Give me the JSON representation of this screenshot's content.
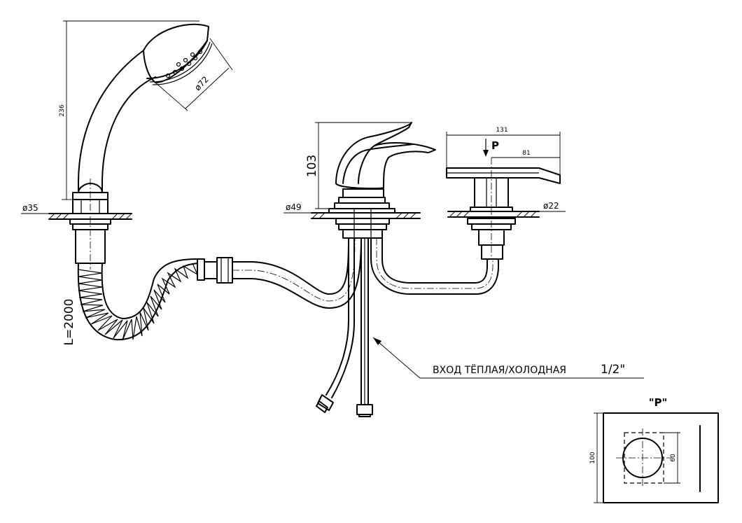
{
  "dimensions": {
    "shower_height": "236",
    "shower_head_diameter": "ø72",
    "hose_length": "L=2000",
    "shower_base_diameter": "ø35",
    "mixer_height": "103",
    "mixer_base_diameter": "ø49",
    "spout_length": "131",
    "spout_offset": "81",
    "spout_base_diameter": "ø22",
    "section_width": "100",
    "section_inner": "60"
  },
  "labels": {
    "section_mark": "P",
    "section_view_title": "\"P\"",
    "inlet_note": "ВХОД  ТЁПЛАЯ/ХОЛОДНАЯ",
    "inlet_size": "1/2\""
  }
}
